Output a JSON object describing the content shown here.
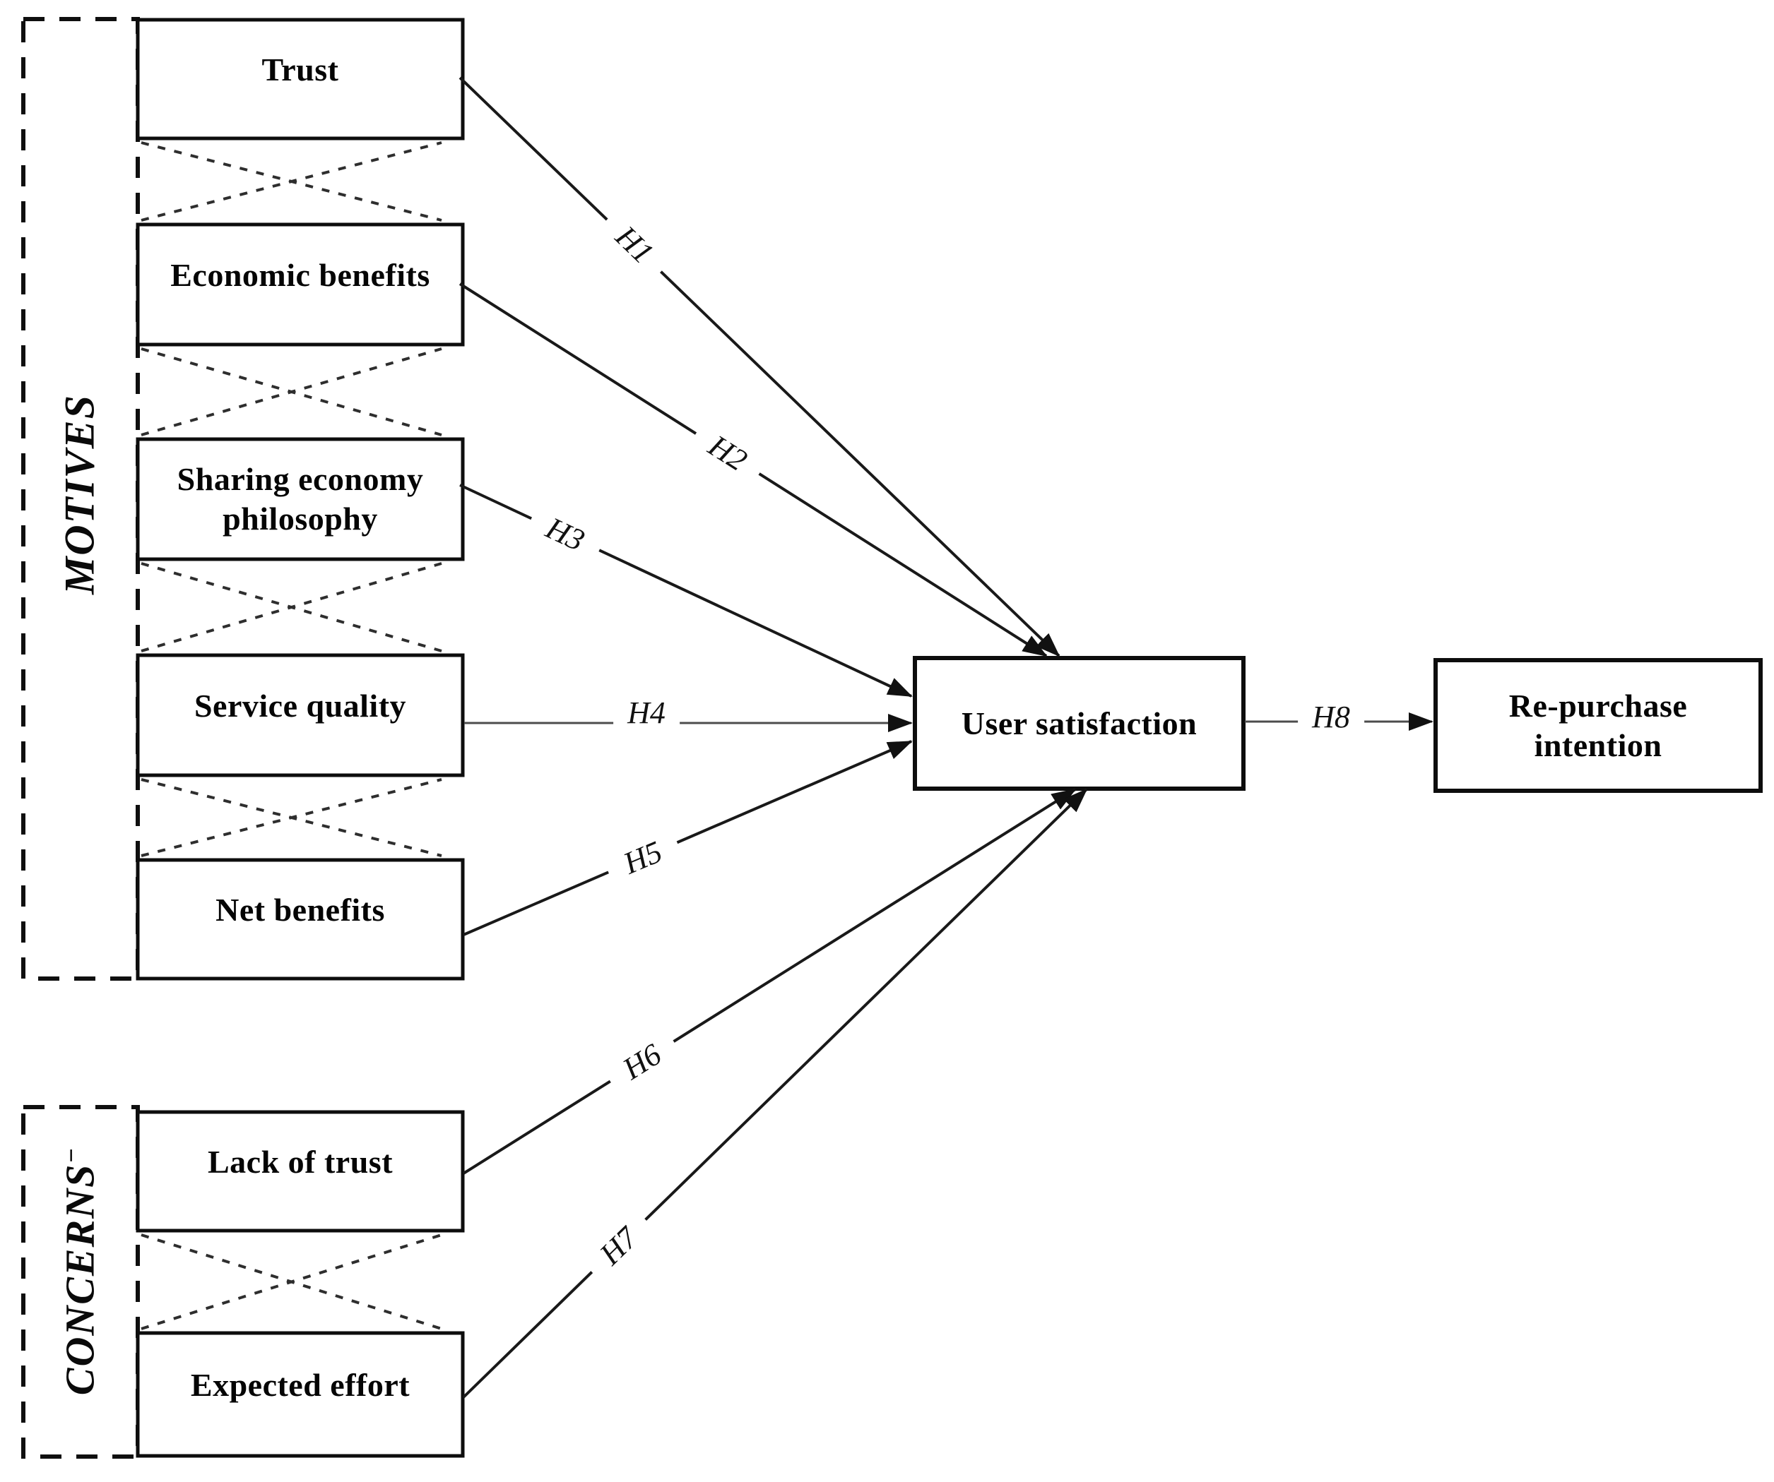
{
  "colors": {
    "ink": "#111111",
    "background": "#ffffff"
  },
  "diagram": {
    "groups": [
      {
        "id": "motives",
        "label": "MOTIVES"
      },
      {
        "id": "concerns",
        "label": "CONCERNS",
        "superscript": "−"
      }
    ],
    "nodes": [
      {
        "id": "trust",
        "lines": [
          "Trust"
        ]
      },
      {
        "id": "economic-benefits",
        "lines": [
          "Economic benefits"
        ]
      },
      {
        "id": "sharing-economy-philosophy",
        "lines": [
          "Sharing economy",
          "philosophy"
        ]
      },
      {
        "id": "service-quality",
        "lines": [
          "Service quality"
        ]
      },
      {
        "id": "net-benefits",
        "lines": [
          "Net benefits"
        ]
      },
      {
        "id": "lack-of-trust",
        "lines": [
          "Lack of trust"
        ]
      },
      {
        "id": "expected-effort",
        "lines": [
          "Expected effort"
        ]
      },
      {
        "id": "user-satisfaction",
        "lines": [
          "User satisfaction"
        ]
      },
      {
        "id": "re-purchase-intention",
        "lines": [
          "Re-purchase",
          "intention"
        ]
      }
    ],
    "edges": [
      {
        "id": "H1",
        "label": "H1",
        "from": "trust",
        "to": "user-satisfaction"
      },
      {
        "id": "H2",
        "label": "H2",
        "from": "economic-benefits",
        "to": "user-satisfaction"
      },
      {
        "id": "H3",
        "label": "H3",
        "from": "sharing-economy-philosophy",
        "to": "user-satisfaction"
      },
      {
        "id": "H4",
        "label": "H4",
        "from": "service-quality",
        "to": "user-satisfaction"
      },
      {
        "id": "H5",
        "label": "H5",
        "from": "net-benefits",
        "to": "user-satisfaction"
      },
      {
        "id": "H6",
        "label": "H6",
        "from": "lack-of-trust",
        "to": "user-satisfaction"
      },
      {
        "id": "H7",
        "label": "H7",
        "from": "expected-effort",
        "to": "user-satisfaction"
      },
      {
        "id": "H8",
        "label": "H8",
        "from": "user-satisfaction",
        "to": "re-purchase-intention"
      }
    ],
    "correlation_links": [
      [
        "trust",
        "economic-benefits"
      ],
      [
        "economic-benefits",
        "sharing-economy-philosophy"
      ],
      [
        "sharing-economy-philosophy",
        "service-quality"
      ],
      [
        "service-quality",
        "net-benefits"
      ],
      [
        "lack-of-trust",
        "expected-effort"
      ]
    ]
  }
}
